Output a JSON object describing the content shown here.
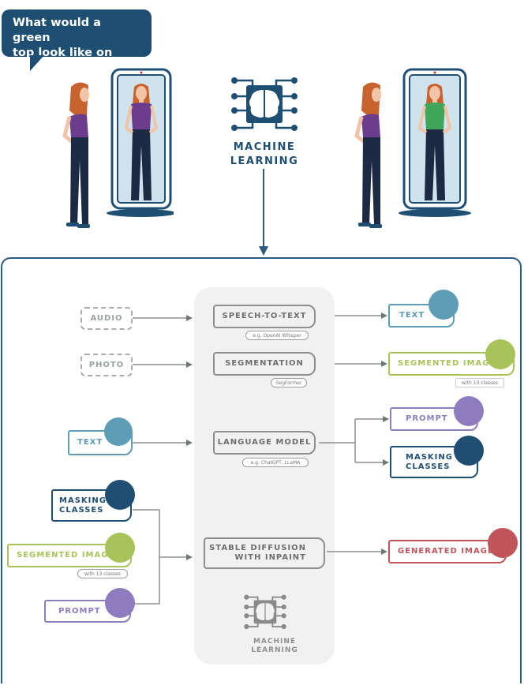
{
  "speech_bubble": {
    "line1": "What would a green",
    "line2": "top look like on me?"
  },
  "top_center": {
    "icon": "brain-chip-icon",
    "label_line1": "MACHINE",
    "label_line2": "LEARNING"
  },
  "colors": {
    "navy": "#1f4e73",
    "teal": "#5e9db6",
    "green": "#a8c35a",
    "purple": "#8d7dbf",
    "red": "#c0545a",
    "gray": "#8e908e",
    "panel": "#f1f1f1",
    "purple_top": "#6b3d8c",
    "green_top": "#3fa65a"
  },
  "pipeline": {
    "inputs": {
      "audio": "AUDIO",
      "photo": "PHOTO",
      "text": "TEXT",
      "masking_line1": "MASKING",
      "masking_line2": "CLASSES",
      "segmented": "SEGMENTED IMAGE",
      "segmented_note": "with 13 classes",
      "prompt": "PROMPT"
    },
    "models": {
      "stt": "SPEECH-TO-TEXT",
      "stt_note": "e.g. OpenAI Whisper",
      "seg": "SEGMENTATION",
      "seg_note": "SegFormer",
      "lm": "LANGUAGE MODEL",
      "lm_note": "e.g. ChatGPT, LLaMA",
      "sd_line1": "STABLE DIFFUSION",
      "sd_line2": "WITH INPAINT"
    },
    "outputs": {
      "text": "TEXT",
      "segmented": "SEGMENTED IMAGE",
      "segmented_note": "with 13 classes",
      "prompt": "PROMPT",
      "masking_line1": "MASKING",
      "masking_line2": "CLASSES",
      "generated": "GENERATED IMAGE"
    },
    "panel_footer": {
      "label_line1": "MACHINE",
      "label_line2": "LEARNING"
    }
  }
}
